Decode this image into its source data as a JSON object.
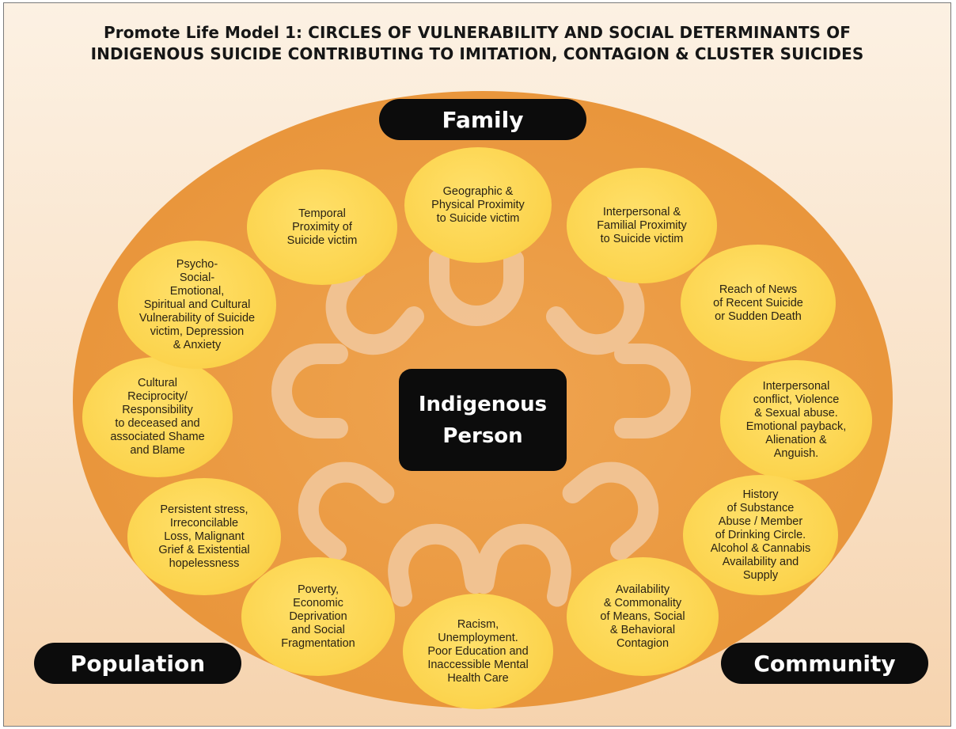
{
  "title": {
    "line1": "Promote Life Model 1: CIRCLES OF VULNERABILITY AND SOCIAL DETERMINANTS OF",
    "line2": "INDIGENOUS SUICIDE CONTRIBUTING TO IMITATION, CONTAGION & CLUSTER SUICIDES"
  },
  "labels": {
    "top": "Family",
    "bottom_left": "Population",
    "bottom_right": "Community",
    "center_line1": "Indigenous",
    "center_line2": "Person"
  },
  "bubbles": [
    {
      "id": "temporal",
      "text": "Temporal\nProximity of\nSuicide victim"
    },
    {
      "id": "geographic",
      "text": "Geographic &\nPhysical Proximity\nto Suicide victim"
    },
    {
      "id": "interpersonal",
      "text": "Interpersonal &\nFamilial Proximity\nto Suicide victim"
    },
    {
      "id": "news",
      "text": "Reach of News\nof Recent Suicide\nor Sudden Death"
    },
    {
      "id": "conflict",
      "text": "Interpersonal\nconflict, Violence\n& Sexual abuse.\nEmotional payback,\nAlienation &\nAnguish."
    },
    {
      "id": "substance",
      "text": "History\nof Substance\nAbuse / Member\nof Drinking Circle.\nAlcohol & Cannabis\nAvailability and\nSupply"
    },
    {
      "id": "means",
      "text": "Availability\n& Commonality\nof Means, Social\n& Behavioral\nContagion"
    },
    {
      "id": "racism",
      "text": "Racism,\nUnemployment.\nPoor Education and\nInaccessible Mental\nHealth Care"
    },
    {
      "id": "poverty",
      "text": "Poverty,\nEconomic\nDeprivation\nand Social\nFragmentation"
    },
    {
      "id": "stress",
      "text": "Persistent stress,\nIrreconcilable\nLoss, Malignant\nGrief & Existential\nhopelessness"
    },
    {
      "id": "cultural",
      "text": "Cultural\nReciprocity/\nResponsibility\nto deceased and\nassociated Shame\nand Blame"
    },
    {
      "id": "psycho",
      "text": "Psycho-\nSocial-\nEmotional,\nSpiritual and Cultural\nVulnerability of Suicide\nvictim, Depression\n& Anxiety"
    }
  ],
  "colors": {
    "ellipse": "#e9963c",
    "bubble": "#fcd44e",
    "horseshoe": "#f2c596",
    "pill": "#0c0c0c"
  }
}
